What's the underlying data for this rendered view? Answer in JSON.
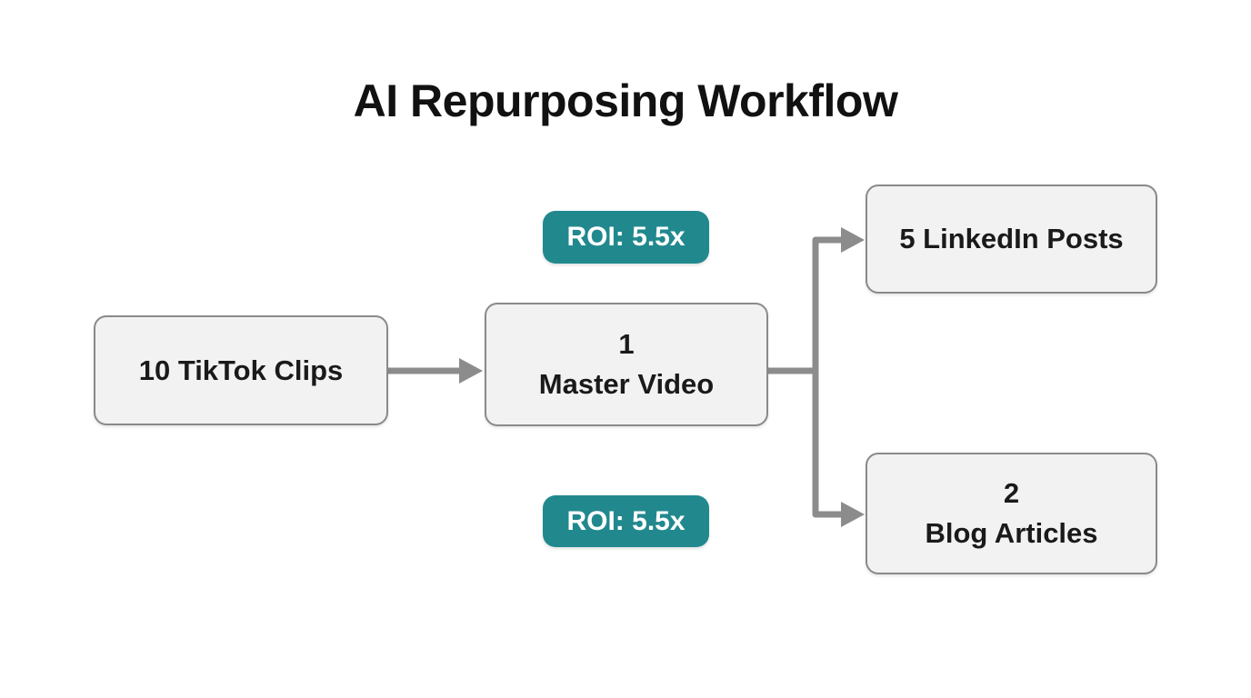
{
  "title": "AI Repurposing Workflow",
  "colors": {
    "page_bg": "#ffffff",
    "title_text": "#111111",
    "node_fill": "#f2f2f2",
    "node_border": "#8a8a8a",
    "node_text": "#1a1a1a",
    "edge": "#8c8c8c",
    "badge_bg": "#21898e",
    "badge_text": "#ffffff"
  },
  "nodes": [
    {
      "id": "tiktok",
      "line1": "10 TikTok Clips"
    },
    {
      "id": "master",
      "line1": "1",
      "line2": "Master Video"
    },
    {
      "id": "linkedin",
      "line1": "5 LinkedIn Posts"
    },
    {
      "id": "blog",
      "line1": "2",
      "line2": "Blog Articles"
    }
  ],
  "badges": [
    {
      "label": "ROI: 5.5x"
    },
    {
      "label": "ROI: 5.5x"
    }
  ],
  "edges": [
    {
      "from": "10 TikTok Clips",
      "to": "1 Master Video",
      "label": ""
    },
    {
      "from": "1 Master Video",
      "to": "5 LinkedIn Posts",
      "label": "ROI: 5.5x"
    },
    {
      "from": "1 Master Video",
      "to": "2 Blog Articles",
      "label": "ROI: 5.5x"
    }
  ]
}
